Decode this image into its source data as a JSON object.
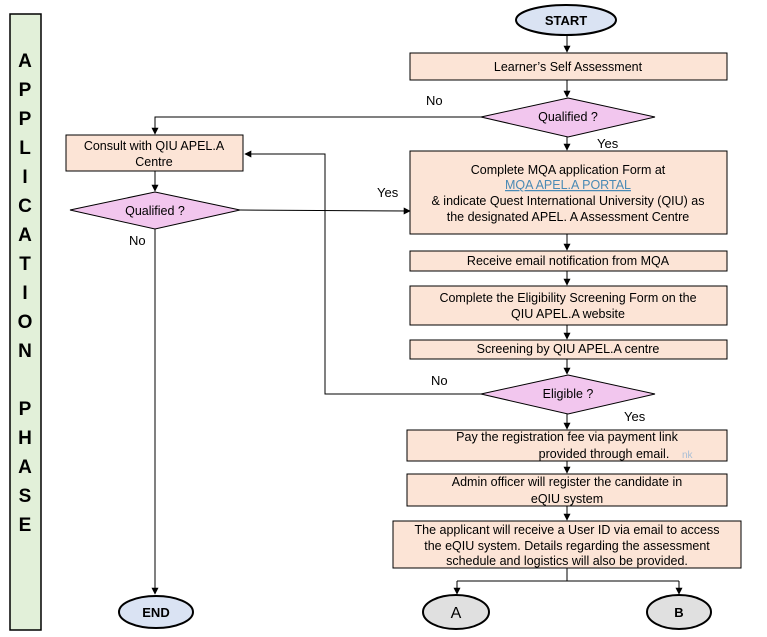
{
  "phase": {
    "letters_line1": [
      "A",
      "P",
      "P",
      "L",
      "I",
      "C",
      "A",
      "T",
      "I",
      "O",
      "N"
    ],
    "letters_line2": [
      "P",
      "H",
      "A",
      "S",
      "E"
    ]
  },
  "nodes": {
    "start": "START",
    "self_assessment": "Learner’s Self Assessment",
    "qualified_1": "Qualified ?",
    "consult": [
      "Consult with QIU APEL.A",
      "Centre"
    ],
    "qualified_2": "Qualified ?",
    "mqa_form": {
      "line1": "Complete MQA application Form at",
      "link": "MQA APEL.A PORTAL",
      "line3": "& indicate Quest International University (QIU) as",
      "line4": "the designated APEL. A Assessment Centre"
    },
    "email_notification": "Receive email notification from MQA",
    "eligibility_form": [
      "Complete the Eligibility Screening Form on the",
      "QIU APEL.A website"
    ],
    "screening": "Screening by QIU APEL.A centre",
    "eligible": "Eligible ?",
    "pay_fee": [
      "Pay the registration fee via payment link",
      "provided through email."
    ],
    "pay_fee_faint": "nk",
    "admin_register": [
      "Admin officer will register the candidate in",
      "eQIU system"
    ],
    "user_id": [
      "The applicant will receive a User ID via email to access",
      "the eQIU system. Details regarding the assessment",
      "schedule and logistics will also be provided."
    ],
    "end": "END",
    "connector_a": "A",
    "connector_b": "B"
  },
  "edge_labels": {
    "no_1": "No",
    "yes_1": "Yes",
    "yes_2": "Yes",
    "no_2": "No",
    "no_3": "No",
    "yes_3": "Yes"
  },
  "colors": {
    "process_box": "#fce4d6",
    "decision": "#f2c6ee",
    "terminal": "#dae3f3",
    "connector": "#e0e0e0",
    "phase_bar": "#e2f0d9",
    "link": "#4a8ab5"
  }
}
